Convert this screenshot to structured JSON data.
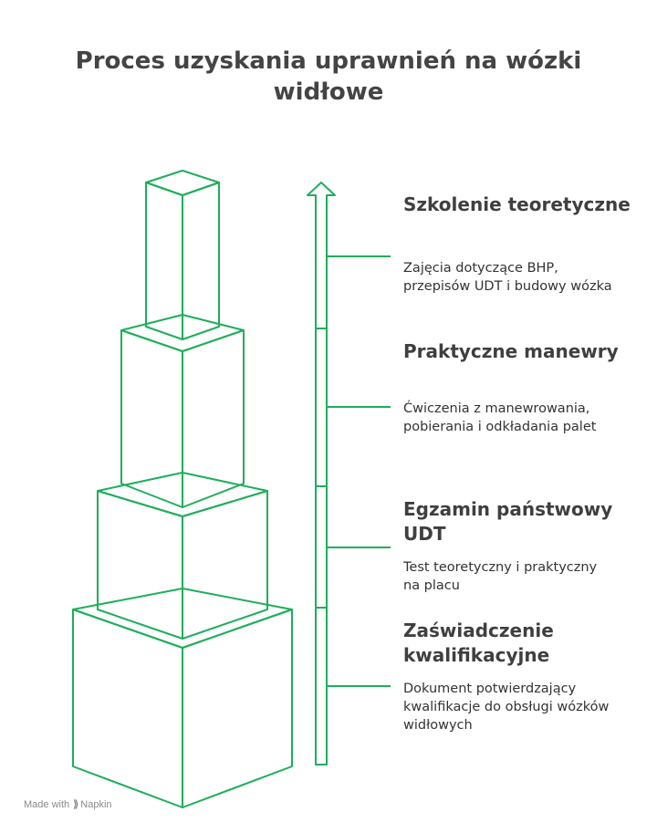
{
  "title": "Proces uzyskania uprawnień na wózki widłowe",
  "accent_color": "#1fae5b",
  "steps": [
    {
      "title": "Szkolenie teoretyczne",
      "description": "Zajęcia dotyczące BHP, przepisów UDT i budowy wózka"
    },
    {
      "title": "Praktyczne manewry",
      "description": "Ćwiczenia z manewrowania, pobierania i odkładania palet"
    },
    {
      "title": "Egzamin państwowy UDT",
      "description": "Test teoretyczny i praktyczny na placu"
    },
    {
      "title": "Zaświadczenie kwalifikacyjne",
      "description": "Dokument potwierdzający kwalifikacje do obsługi wózków widłowych"
    }
  ],
  "footer": {
    "made_with": "Made with",
    "brand": "Napkin",
    "brand_icon": "napkin-logo-icon"
  }
}
